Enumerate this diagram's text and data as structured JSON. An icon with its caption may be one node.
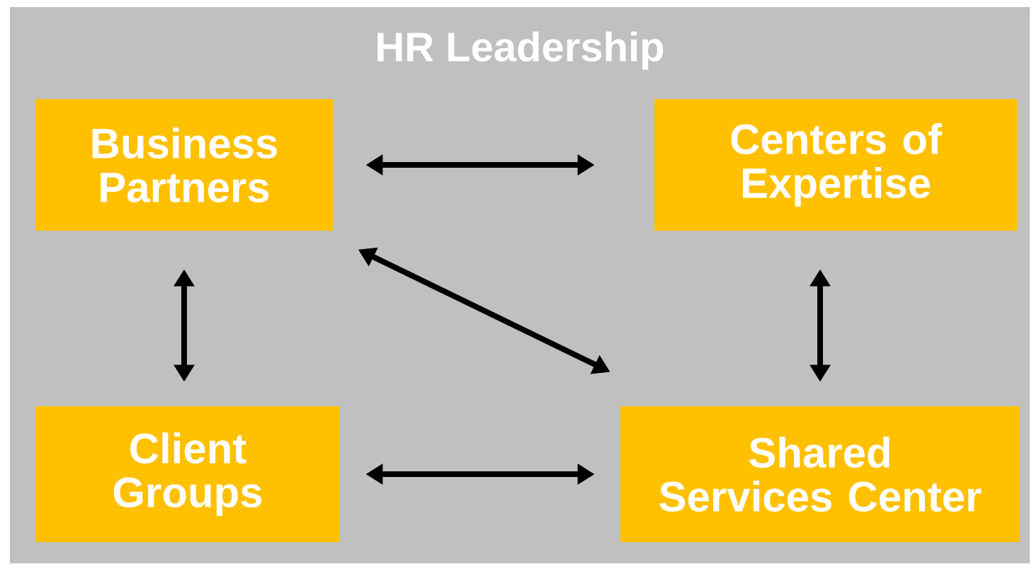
{
  "diagram": {
    "nodes": [
      {
        "text": [
          "HR Leadership"
        ]
      },
      {
        "text": [
          "Business Partners"
        ],
        "in": 0
      },
      {
        "text": [
          "Centers of Expertise"
        ],
        "in": 0
      },
      {
        "text": [
          "Client Groups"
        ],
        "in": 0
      },
      {
        "text": [
          "Shared Services Center"
        ],
        "in": 0
      }
    ],
    "edges": [
      {
        "from": 1,
        "to": 2,
        "arrow": "both"
      },
      {
        "from": 1,
        "to": 3,
        "arrow": "both"
      },
      {
        "from": 1,
        "to": 4,
        "arrow": "both"
      },
      {
        "from": 2,
        "to": 4,
        "arrow": "both"
      },
      {
        "from": 3,
        "to": 4,
        "arrow": "both"
      }
    ]
  }
}
